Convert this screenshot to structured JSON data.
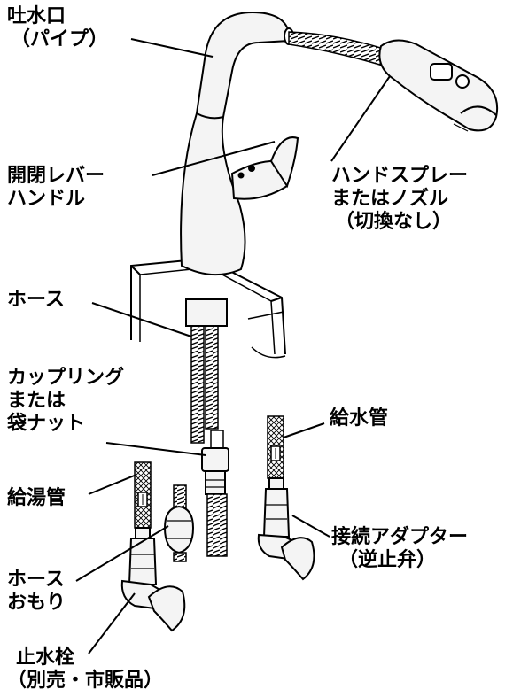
{
  "labels": {
    "spout": {
      "line1": "吐水口",
      "line2": "（パイプ）"
    },
    "lever": {
      "line1": "開閉レバー",
      "line2": "ハンドル"
    },
    "spray": {
      "line1": "ハンドスプレー",
      "line2": "またはノズル",
      "line3": "（切換なし）"
    },
    "hose": {
      "line1": "ホース"
    },
    "coupling": {
      "line1": "カップリング",
      "line2": "または",
      "line3": "袋ナット"
    },
    "supply_pipe": {
      "line1": "給水管"
    },
    "hot_pipe": {
      "line1": "給湯管"
    },
    "adapter": {
      "line1": "接続アダプター",
      "line2": "（逆止弁）"
    },
    "hose_weight": {
      "line1": "ホース",
      "line2": "おもり"
    },
    "stop_valve": {
      "line1": "止水栓",
      "line2": "（別売・市販品）"
    }
  },
  "colors": {
    "ink": "#000000",
    "paper": "#ffffff",
    "body": "#f4f4f4"
  }
}
